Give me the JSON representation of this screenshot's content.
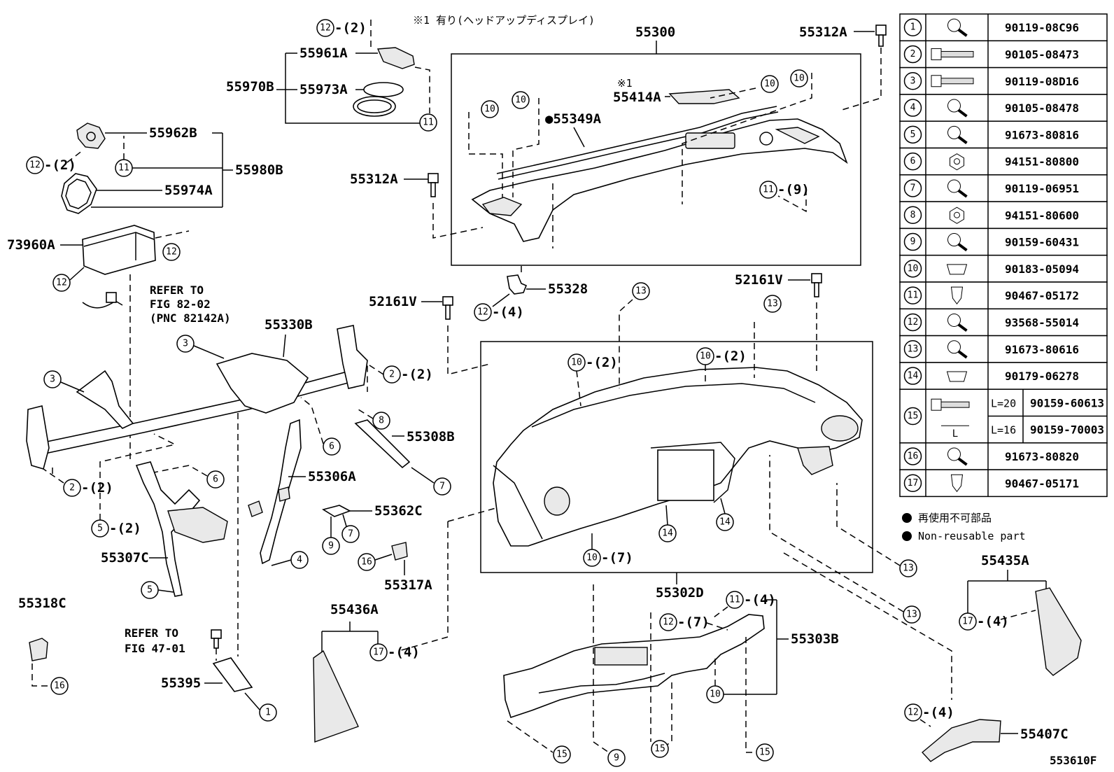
{
  "header_note": "※1 有り(ヘッドアップディスプレイ)",
  "footer_code": "553610F",
  "legend": {
    "jp": "再使用不可部品",
    "en": "Non-reusable part"
  },
  "parts": {
    "p55300": "55300",
    "p55312A_a": "55312A",
    "p55312A_b": "55312A",
    "p55414A": "55414A",
    "p55414A_note": "※1",
    "p55349A": "●55349A",
    "p55961A": "55961A",
    "p55970B": "55970B",
    "p55973A": "55973A",
    "p55962B": "55962B",
    "p55980B": "55980B",
    "p55974A": "55974A",
    "p73960A": "73960A",
    "p55328": "55328",
    "p52161V_a": "52161V",
    "p52161V_b": "52161V",
    "p55330B": "55330B",
    "p55308B": "55308B",
    "p55306A": "55306A",
    "p55362C": "55362C",
    "p55307C": "55307C",
    "p55317A": "55317A",
    "p55318C": "55318C",
    "p55436A": "55436A",
    "p55395": "55395",
    "p55302D": "55302D",
    "p55303B": "55303B",
    "p55435A": "55435A",
    "p55407C": "55407C"
  },
  "refs": {
    "ref1_l1": "REFER TO",
    "ref1_l2": "FIG 82-02",
    "ref1_l3": "(PNC 82142A)",
    "ref2_l1": "REFER TO",
    "ref2_l2": "FIG 47-01"
  },
  "qty": {
    "q12_2a": "-(2)",
    "q12_2b": "-(2)",
    "q11_9": "-(9)",
    "q12_4a": "-(4)",
    "q10_2a": "-(2)",
    "q10_2b": "-(2)",
    "q2_2a": "-(2)",
    "q2_2b": "-(2)",
    "q5_2": "-(2)",
    "q10_7": "-(7)",
    "q11_4": "-(4)",
    "q12_7": "-(7)",
    "q17_4a": "-(4)",
    "q17_4b": "-(4)",
    "q12_4b": "-(4)"
  },
  "fastener_table": [
    {
      "no": "1",
      "part": "90119-08C96"
    },
    {
      "no": "2",
      "part": "90105-08473"
    },
    {
      "no": "3",
      "part": "90119-08D16"
    },
    {
      "no": "4",
      "part": "90105-08478"
    },
    {
      "no": "5",
      "part": "91673-80816"
    },
    {
      "no": "6",
      "part": "94151-80800"
    },
    {
      "no": "7",
      "part": "90119-06951"
    },
    {
      "no": "8",
      "part": "94151-80600"
    },
    {
      "no": "9",
      "part": "90159-60431"
    },
    {
      "no": "10",
      "part": "90183-05094"
    },
    {
      "no": "11",
      "part": "90467-05172"
    },
    {
      "no": "12",
      "part": "93568-55014"
    },
    {
      "no": "13",
      "part": "91673-80616"
    },
    {
      "no": "14",
      "part": "90179-06278"
    },
    {
      "no": "15",
      "part": "90159-60613",
      "part2": "90159-70003",
      "len1": "L=20",
      "len2": "L=16",
      "dim": "L"
    },
    {
      "no": "16",
      "part": "91673-80820"
    },
    {
      "no": "17",
      "part": "90467-05171"
    }
  ]
}
